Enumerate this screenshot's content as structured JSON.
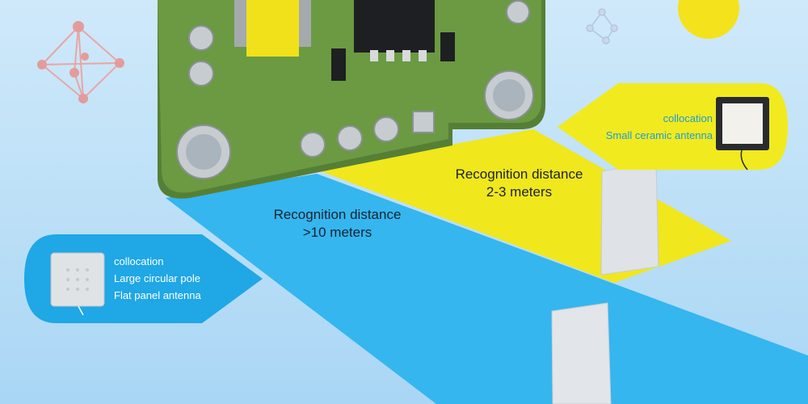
{
  "labels": {
    "long_range": {
      "line1": "Recognition distance",
      "line2": ">10 meters"
    },
    "short_range": {
      "line1": "Recognition distance",
      "line2": "2-3 meters"
    }
  },
  "left_callout": {
    "line1": "collocation",
    "line2": "Large circular pole",
    "line3": "Flat panel antenna"
  },
  "right_callout": {
    "line1": "collocation",
    "line2": "Small ceramic antenna"
  },
  "colors": {
    "board": "#5b8a3a",
    "blue_beam": "#35b6ef",
    "yellow_beam": "#f0e71c",
    "callout_blue": "#1fa7e6",
    "callout_yellow": "#f1ea1f"
  }
}
